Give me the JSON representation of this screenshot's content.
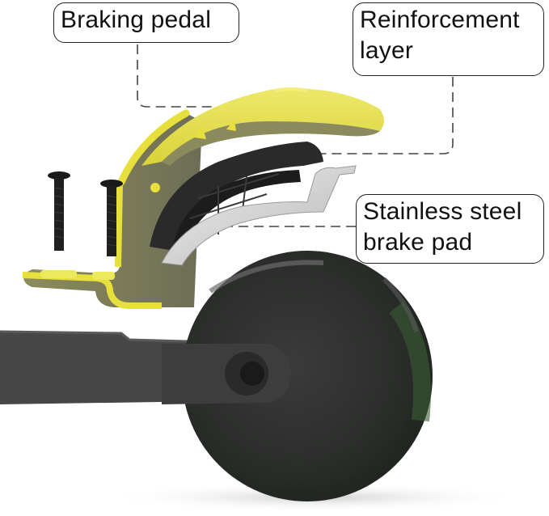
{
  "image": {
    "subject": "Scooter rear wheel brake assembly exploded view",
    "background_color": "#ffffff"
  },
  "callouts": [
    {
      "id": "braking-pedal",
      "lines": [
        "Braking pedal"
      ]
    },
    {
      "id": "reinforcement-layer",
      "lines": [
        "Reinforcement",
        "layer"
      ]
    },
    {
      "id": "brake-pad",
      "lines": [
        "Stainless steel",
        "brake pad"
      ]
    }
  ],
  "colors": {
    "pedal_yellow": "#e8e04a",
    "pedal_underside": "#8a8a5a",
    "reinforcement_black": "#2a2a2a",
    "steel_pad": "#d8d8d8",
    "wheel_dark": "#2b2d2b",
    "wheel_green_tint": "#2f5a2a",
    "deck_grey": "#4a4a4a",
    "callout_border": "#222222",
    "leader_dash": "#444444"
  }
}
